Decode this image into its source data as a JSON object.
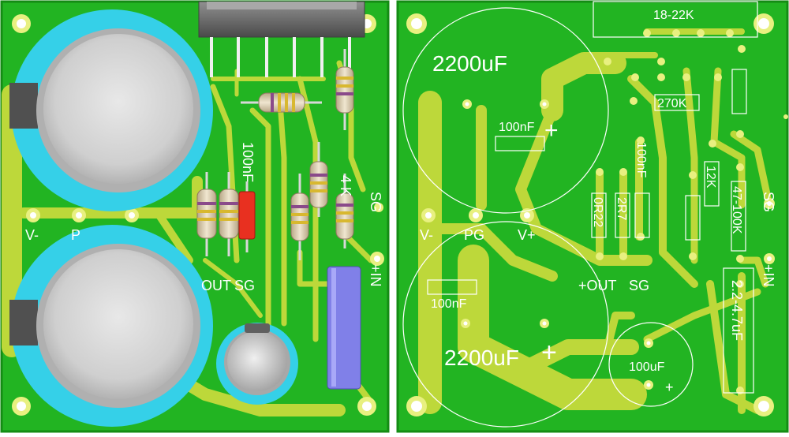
{
  "left_board": {
    "labels": {
      "v_minus": "V-",
      "pg_partial": "P",
      "out": "OUT",
      "sg_bottom": "SG",
      "cap_100nf": "100nF",
      "sg_right": "SG",
      "in_plus": "+IN",
      "k_partial": "4 K"
    }
  },
  "right_board": {
    "labels": {
      "cap_2200_top": "2200uF",
      "cap_2200_bottom": "2200uF",
      "plus_top": "+",
      "plus_bottom": "+",
      "cap_100nf_top": "100nF",
      "cap_100nf_left": "100nF",
      "cap_100nf_vertical": "100nF",
      "res_18_22k": "18-22K",
      "res_270k": "270K",
      "res_12k": "12K",
      "res_47_100k": "47-100K",
      "res_0r22": "0R22",
      "res_2r7": "2R7",
      "cap_2_2_4_7uf": "2.2-4.7uF",
      "cap_100uf": "100uF",
      "cap_100uf_plus": "+",
      "v_minus": "V-",
      "pg": "PG",
      "v_plus": "V+",
      "out_plus": "+OUT",
      "sg_bottom": "SG",
      "sg_right": "SG",
      "in_plus": "+IN"
    }
  },
  "colors": {
    "pcb_green": "#22b422",
    "trace_green": "#bdd83a",
    "pcb_border": "#148c14",
    "cap_cyan": "#35d0e8",
    "cap_gray": "#c8c8c8",
    "res_body": "#d8c8a8",
    "heatsink_gray": "#6e6e6e",
    "red_cap": "#e83020",
    "blue_cap": "#8080e8"
  }
}
